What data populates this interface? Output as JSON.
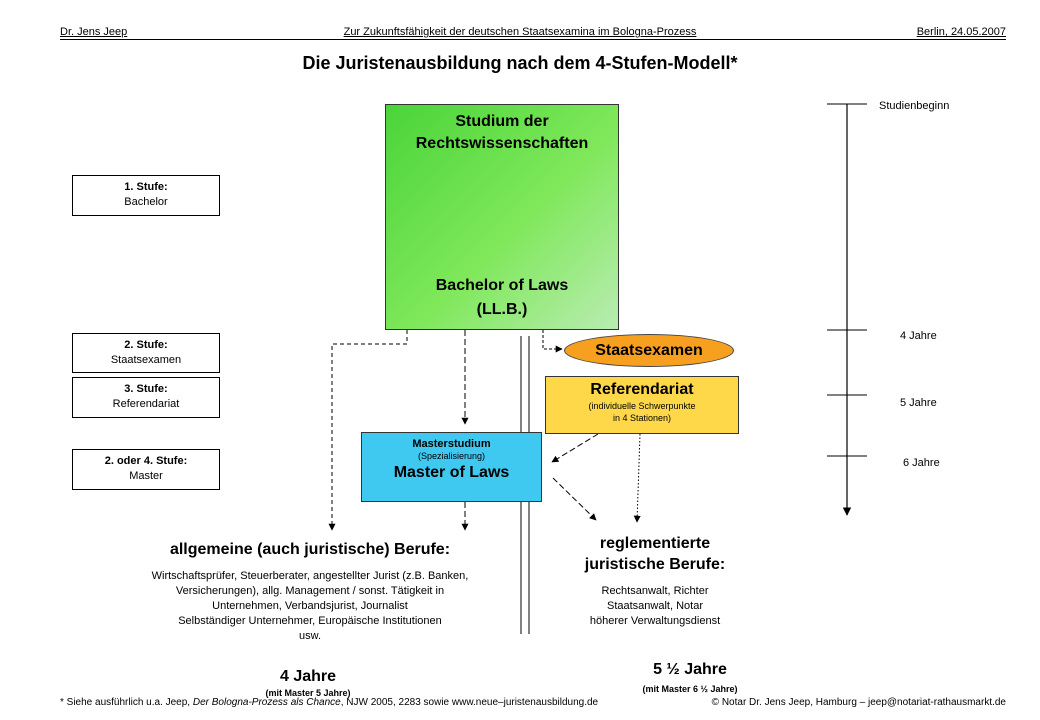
{
  "header": {
    "author": "Dr. Jens Jeep",
    "subject": "Zur Zukunftsfähigkeit der deutschen Staatsexamina im Bologna-Prozess",
    "place_date": "Berlin, 24.05.2007"
  },
  "title": "Die Juristenausbildung nach dem 4-Stufen-Modell*",
  "stages": [
    {
      "label": "1. Stufe:",
      "text": "Bachelor"
    },
    {
      "label": "2. Stufe:",
      "text": "Staatsexamen"
    },
    {
      "label": "3. Stufe:",
      "text": "Referendariat"
    },
    {
      "label": "2. oder 4. Stufe:",
      "text": "Master"
    }
  ],
  "study_box": {
    "line1": "Studium der",
    "line2": "Rechtswissenschaften",
    "line3": "Bachelor of Laws",
    "line4": "(LL.B.)"
  },
  "staatsexamen": "Staatsexamen",
  "referendariat": {
    "title": "Referendariat",
    "sub1": "(individuelle Schwerpunkte",
    "sub2": "in 4 Stationen)"
  },
  "master_box": {
    "title": "Masterstudium",
    "sub": "(Spezialisierung)",
    "main": "Master of Laws"
  },
  "timeline": {
    "start": "Studienbeginn",
    "t4": "4 Jahre",
    "t5": "5 Jahre",
    "t6": "6 Jahre"
  },
  "general_jobs": {
    "title": "allgemeine (auch juristische) Berufe:",
    "lines": [
      "Wirtschaftsprüfer, Steuerberater, angestellter Jurist (z.B. Banken,",
      "Versicherungen),  allg. Management / sonst. Tätigkeit in",
      "Unternehmen,  Verbandsjurist, Journalist",
      "Selbständiger Unternehmer,  Europäische Institutionen",
      "usw."
    ],
    "years": "4 Jahre",
    "years_note": "(mit Master 5 Jahre)"
  },
  "regulated_jobs": {
    "title1": "reglementierte",
    "title2": "juristische Berufe:",
    "lines": [
      "Rechtsanwalt, Richter",
      "Staatsanwalt, Notar",
      "höherer Verwaltungsdienst"
    ],
    "years": "5 ½ Jahre",
    "years_note": "(mit Master 6 ½ Jahre)"
  },
  "footer": {
    "left_1": "* Siehe ausführlich u.a. Jeep, ",
    "left_italic": "Der Bologna-Prozess als Chance",
    "left_2": ", NJW 2005, 2283 sowie www.neue–juristenausbildung.de",
    "right": "© Notar Dr. Jens Jeep, Hamburg – jeep@notariat-rathausmarkt.de"
  }
}
